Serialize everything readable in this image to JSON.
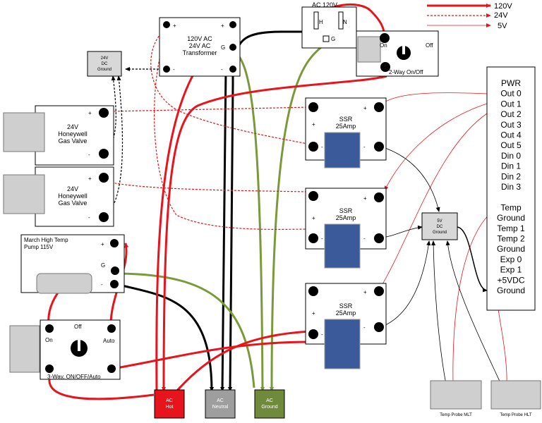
{
  "legend": {
    "l120": "120V",
    "l24": "24V",
    "l5": "5V"
  },
  "colors": {
    "v120": "#e8141b",
    "v24": "#e8141b",
    "v5": "#e8141b",
    "black": "#000000",
    "green": "#7a9a3a",
    "hot": "#e8141b",
    "neutral": "#9e9e9e",
    "ground": "#6f8a3a"
  },
  "outlet": {
    "title": "AC 120V",
    "h": "H",
    "n": "N",
    "g": "G"
  },
  "switch2": {
    "on": "On",
    "off": "Off",
    "caption": "2-Way On/Off"
  },
  "transformer": {
    "line1": "120V AC",
    "line2": "24V AC",
    "line3": "Transformer",
    "plus1": "+",
    "plus2": "+",
    "g": "G",
    "minus1": "-",
    "minus2": "-"
  },
  "dcground24": {
    "line1": "24V",
    "line2": "DC",
    "line3": "Ground"
  },
  "valve1": {
    "line1": "24V",
    "line2": "Honeywell",
    "line3": "Gas Valve",
    "plus": "+",
    "minus": "-"
  },
  "valve2": {
    "line1": "24V",
    "line2": "Honeywell",
    "line3": "Gas Valve",
    "plus": "+",
    "minus": "-"
  },
  "pump": {
    "line1": "March High Temp",
    "line2": "Pump 115V",
    "plus": "+",
    "g": "G",
    "minus": "-"
  },
  "switch3": {
    "off": "Off",
    "on": "On",
    "auto": "Auto",
    "caption": "3-Way, ON/OFF/Auto"
  },
  "ssr1": {
    "line1": "SSR",
    "line2": "25Amp",
    "plus1": "+",
    "plus2": "+",
    "minus1": "-",
    "minus2": "-"
  },
  "ssr2": {
    "line1": "SSR",
    "line2": "25Amp",
    "plus1": "+",
    "plus2": "+",
    "minus1": "-",
    "minus2": "-"
  },
  "ssr3": {
    "line1": "SSR",
    "line2": "25Amp",
    "plus1": "+",
    "plus2": "+",
    "minus1": "-",
    "minus2": "-"
  },
  "dcground5": {
    "line1": "5V",
    "line2": "DC",
    "line3": "Ground"
  },
  "controller": {
    "pins": [
      "PWR",
      "Out 0",
      "Out 1",
      "Out 2",
      "Out 3",
      "Out 4",
      "Out 5",
      "Din 0",
      "Din 1",
      "Din 2",
      "Din 3",
      "",
      "Temp",
      "Ground",
      "Temp 1",
      "Temp 2",
      "Ground",
      "Exp 0",
      "Exp 1",
      "+5VDC",
      "Ground"
    ]
  },
  "bus": {
    "hot1": "AC",
    "hot2": "Hot",
    "neu1": "AC",
    "neu2": "Neutral",
    "gnd1": "AC",
    "gnd2": "Ground"
  },
  "probes": {
    "mlt": "Temp Probe MLT",
    "hlt": "Temp Probe HLT"
  }
}
